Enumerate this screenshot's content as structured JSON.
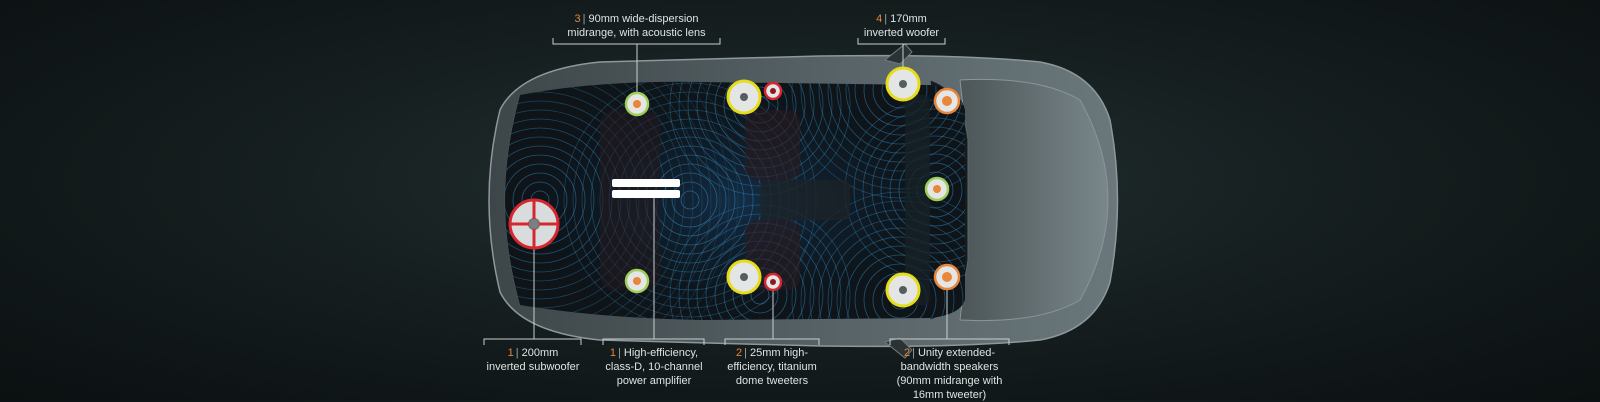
{
  "colors": {
    "accent_number": "#e8863a",
    "tweeter_ring": "#d6262f",
    "woofer_ring": "#e6dc1a",
    "midrange_ring": "#9fcf5a",
    "extended_ring": "#e8863a",
    "subwoofer_ring": "#d6262f",
    "sound_wave": "#3a9ad9",
    "leader_line": "#c9cfd0"
  },
  "callouts": {
    "midrange": {
      "number": "3",
      "line1": "90mm wide-dispersion",
      "line2": "midrange, with acoustic lens"
    },
    "woofer": {
      "number": "4",
      "line1": "170mm",
      "line2": "inverted woofer"
    },
    "subwoofer": {
      "number": "1",
      "line1": "200mm",
      "line2": "inverted subwoofer"
    },
    "amplifier": {
      "number": "1",
      "line1": "High-efficiency,",
      "line2": "class-D, 10-channel",
      "line3": "power amplifier"
    },
    "tweeters": {
      "number": "2",
      "line1": "25mm high-",
      "line2": "efficiency, titanium",
      "line3": "dome tweeters"
    },
    "extended": {
      "number": "2",
      "line1": "Unity extended-",
      "line2": "bandwidth speakers",
      "line3": "(90mm midrange with",
      "line4": "16mm tweeter)"
    }
  }
}
